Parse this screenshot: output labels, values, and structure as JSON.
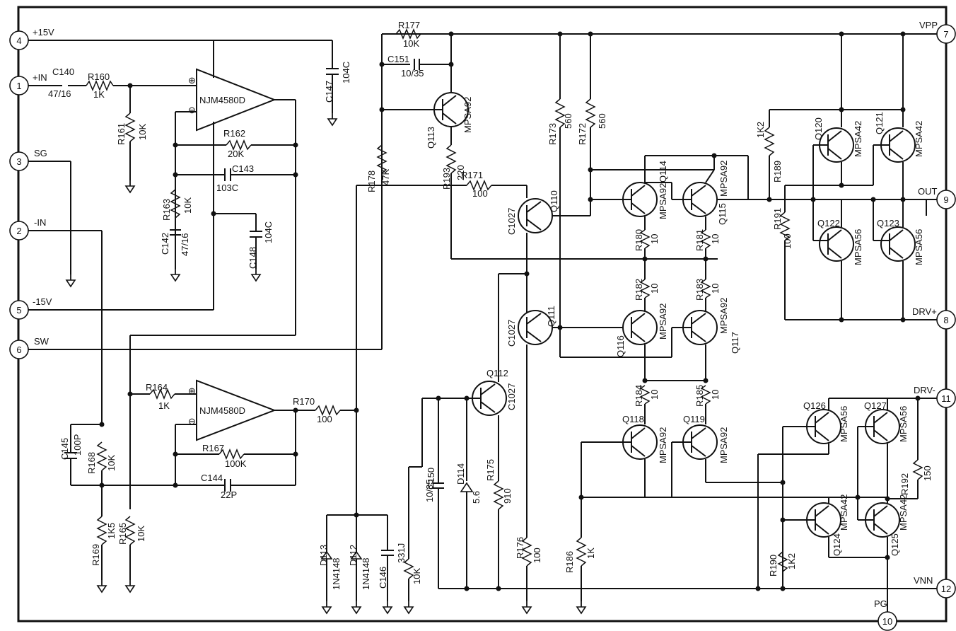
{
  "pins": [
    {
      "id": "p4",
      "number": "4",
      "label": "+15V"
    },
    {
      "id": "p1",
      "number": "1",
      "label": "+IN"
    },
    {
      "id": "p3",
      "number": "3",
      "label": "SG"
    },
    {
      "id": "p2",
      "number": "2",
      "label": "-IN"
    },
    {
      "id": "p5",
      "number": "5",
      "label": "-15V"
    },
    {
      "id": "p6",
      "number": "6",
      "label": "SW"
    },
    {
      "id": "p7",
      "number": "7",
      "label": "VPP"
    },
    {
      "id": "p9",
      "number": "9",
      "label": "OUT"
    },
    {
      "id": "p8",
      "number": "8",
      "label": "DRV+"
    },
    {
      "id": "p11",
      "number": "11",
      "label": "DRV-"
    },
    {
      "id": "p12",
      "number": "12",
      "label": "VNN"
    },
    {
      "id": "p10",
      "number": "10",
      "label": "PG"
    }
  ],
  "opamps": {
    "u1": {
      "part": "NJM4580D",
      "plus": "⊕",
      "minus": "⊖"
    },
    "u2": {
      "part": "NJM4580D",
      "plus": "⊕",
      "minus": "⊖"
    }
  },
  "resistors": {
    "R160": {
      "ref": "R160",
      "value": "1K"
    },
    "R161": {
      "ref": "R161",
      "value": "10K"
    },
    "R162": {
      "ref": "R162",
      "value": "20K"
    },
    "R163": {
      "ref": "R163",
      "value": "10K"
    },
    "R164": {
      "ref": "R164",
      "value": "1K"
    },
    "R165": {
      "ref": "R165",
      "value": "10K"
    },
    "R167": {
      "ref": "R167",
      "value": "100K"
    },
    "R168": {
      "ref": "R168",
      "value": "10K"
    },
    "R169": {
      "ref": "R169",
      "value": "1K5"
    },
    "R170": {
      "ref": "R170",
      "value": "100"
    },
    "R171": {
      "ref": "R171",
      "value": "100"
    },
    "R172": {
      "ref": "R172",
      "value": "560"
    },
    "R173": {
      "ref": "R173",
      "value": "560"
    },
    "R175": {
      "ref": "R175",
      "value": "910"
    },
    "R176": {
      "ref": "R176",
      "value": "100"
    },
    "R177": {
      "ref": "R177",
      "value": "10K"
    },
    "R178": {
      "ref": "R178",
      "value": "47K"
    },
    "R179": {
      "ref": "",
      "value": "10K"
    },
    "R180": {
      "ref": "R180",
      "value": "10"
    },
    "R181": {
      "ref": "R181",
      "value": "10"
    },
    "R182": {
      "ref": "R182",
      "value": "10"
    },
    "R183": {
      "ref": "R183",
      "value": "10"
    },
    "R184": {
      "ref": "R184",
      "value": "10"
    },
    "R185": {
      "ref": "R185",
      "value": "10"
    },
    "R186": {
      "ref": "R186",
      "value": "1K"
    },
    "R189": {
      "ref": "R189",
      "value": "1K2"
    },
    "R190": {
      "ref": "R190",
      "value": "1K2"
    },
    "R191": {
      "ref": "R191",
      "value": "100"
    },
    "R192": {
      "ref": "R192",
      "value": "150"
    },
    "R193": {
      "ref": "R193",
      "value": "220"
    }
  },
  "capacitors": {
    "C140": {
      "ref": "C140",
      "value": "47/16"
    },
    "C142": {
      "ref": "C142",
      "value": "47/16"
    },
    "C143": {
      "ref": "C143",
      "value": "103C"
    },
    "C144": {
      "ref": "C144",
      "value": "22P"
    },
    "C145": {
      "ref": "C145",
      "value": "100P"
    },
    "C146": {
      "ref": "C146",
      "value": "331J"
    },
    "C147": {
      "ref": "C147",
      "value": "104C"
    },
    "C148": {
      "ref": "C148",
      "value": "104C"
    },
    "C150": {
      "ref": "C150",
      "value": "10/35"
    },
    "C151": {
      "ref": "C151",
      "value": "10/35"
    }
  },
  "diodes": {
    "D112": {
      "ref": "D112",
      "value": "1N4148"
    },
    "D113": {
      "ref": "D113",
      "value": "1N4148"
    },
    "D114": {
      "ref": "D114",
      "value": "5.6"
    }
  },
  "transistors": {
    "Q110": {
      "ref": "Q110",
      "part": "C1027"
    },
    "Q111": {
      "ref": "Q111",
      "part": "C1027"
    },
    "Q112": {
      "ref": "Q112",
      "part": "C1027"
    },
    "Q113": {
      "ref": "Q113",
      "part": "MPSA92"
    },
    "Q114": {
      "ref": "Q114",
      "part": "MPSA92"
    },
    "Q115": {
      "ref": "Q115",
      "part": "MPSA92"
    },
    "Q116": {
      "ref": "Q116",
      "part": "MPSA92"
    },
    "Q117": {
      "ref": "Q117",
      "part": "MPSA92"
    },
    "Q118": {
      "ref": "Q118",
      "part": "MPSA92"
    },
    "Q119": {
      "ref": "Q119",
      "part": "MPSA92"
    },
    "Q120": {
      "ref": "Q120",
      "part": "MPSA42"
    },
    "Q121": {
      "ref": "Q121",
      "part": "MPSA42"
    },
    "Q122": {
      "ref": "Q122",
      "part": "MPSA56"
    },
    "Q123": {
      "ref": "Q123",
      "part": "MPSA56"
    },
    "Q124": {
      "ref": "Q124",
      "part": "MPSA42"
    },
    "Q125": {
      "ref": "Q125",
      "part": "MPSA42"
    },
    "Q126": {
      "ref": "Q126",
      "part": "MPSA56"
    },
    "Q127": {
      "ref": "Q127",
      "part": "MPSA56"
    }
  }
}
